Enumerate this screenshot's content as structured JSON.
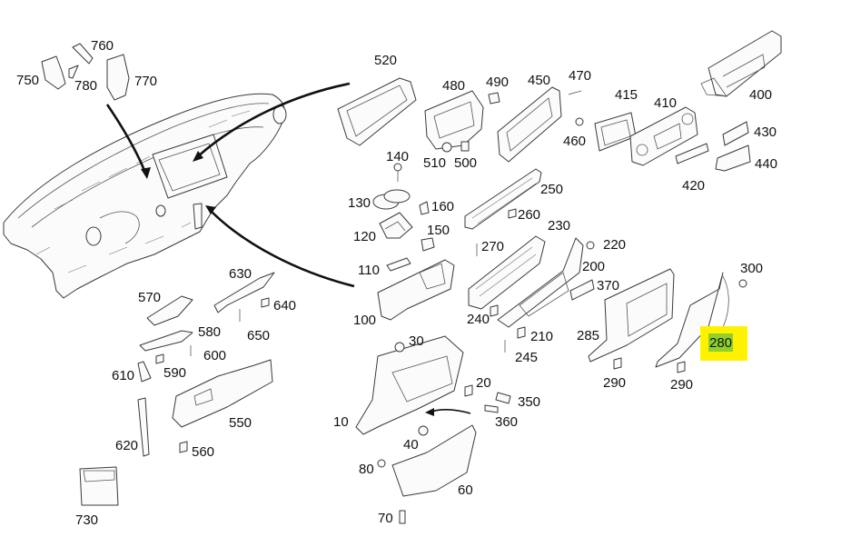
{
  "diagram": {
    "title": "Dashboard exploded parts diagram",
    "highlight": {
      "part": "280",
      "background_color": "#fff200",
      "text_background_color": "#8fd12a"
    },
    "labels": [
      {
        "id": "750",
        "text": "750"
      },
      {
        "id": "760",
        "text": "760"
      },
      {
        "id": "770",
        "text": "770"
      },
      {
        "id": "780",
        "text": "780"
      },
      {
        "id": "520",
        "text": "520"
      },
      {
        "id": "480",
        "text": "480"
      },
      {
        "id": "490",
        "text": "490"
      },
      {
        "id": "450",
        "text": "450"
      },
      {
        "id": "470",
        "text": "470"
      },
      {
        "id": "460",
        "text": "460"
      },
      {
        "id": "510",
        "text": "510"
      },
      {
        "id": "500",
        "text": "500"
      },
      {
        "id": "415",
        "text": "415"
      },
      {
        "id": "410",
        "text": "410"
      },
      {
        "id": "400",
        "text": "400"
      },
      {
        "id": "430",
        "text": "430"
      },
      {
        "id": "440",
        "text": "440"
      },
      {
        "id": "420",
        "text": "420"
      },
      {
        "id": "140",
        "text": "140"
      },
      {
        "id": "130",
        "text": "130"
      },
      {
        "id": "160",
        "text": "160"
      },
      {
        "id": "120",
        "text": "120"
      },
      {
        "id": "150",
        "text": "150"
      },
      {
        "id": "110",
        "text": "110"
      },
      {
        "id": "100",
        "text": "100"
      },
      {
        "id": "250",
        "text": "250"
      },
      {
        "id": "260",
        "text": "260"
      },
      {
        "id": "230",
        "text": "230"
      },
      {
        "id": "270",
        "text": "270"
      },
      {
        "id": "220",
        "text": "220"
      },
      {
        "id": "200",
        "text": "200"
      },
      {
        "id": "370",
        "text": "370"
      },
      {
        "id": "240",
        "text": "240"
      },
      {
        "id": "210",
        "text": "210"
      },
      {
        "id": "245",
        "text": "245"
      },
      {
        "id": "285",
        "text": "285"
      },
      {
        "id": "290a",
        "text": "290"
      },
      {
        "id": "290b",
        "text": "290"
      },
      {
        "id": "300",
        "text": "300"
      },
      {
        "id": "280",
        "text": "280"
      },
      {
        "id": "630",
        "text": "630"
      },
      {
        "id": "570",
        "text": "570"
      },
      {
        "id": "640",
        "text": "640"
      },
      {
        "id": "580",
        "text": "580"
      },
      {
        "id": "650",
        "text": "650"
      },
      {
        "id": "600",
        "text": "600"
      },
      {
        "id": "610",
        "text": "610"
      },
      {
        "id": "590",
        "text": "590"
      },
      {
        "id": "550",
        "text": "550"
      },
      {
        "id": "620",
        "text": "620"
      },
      {
        "id": "560",
        "text": "560"
      },
      {
        "id": "730",
        "text": "730"
      },
      {
        "id": "30",
        "text": "30"
      },
      {
        "id": "10",
        "text": "10"
      },
      {
        "id": "20",
        "text": "20"
      },
      {
        "id": "350",
        "text": "350"
      },
      {
        "id": "360",
        "text": "360"
      },
      {
        "id": "40",
        "text": "40"
      },
      {
        "id": "80",
        "text": "80"
      },
      {
        "id": "60",
        "text": "60"
      },
      {
        "id": "70",
        "text": "70"
      }
    ]
  }
}
